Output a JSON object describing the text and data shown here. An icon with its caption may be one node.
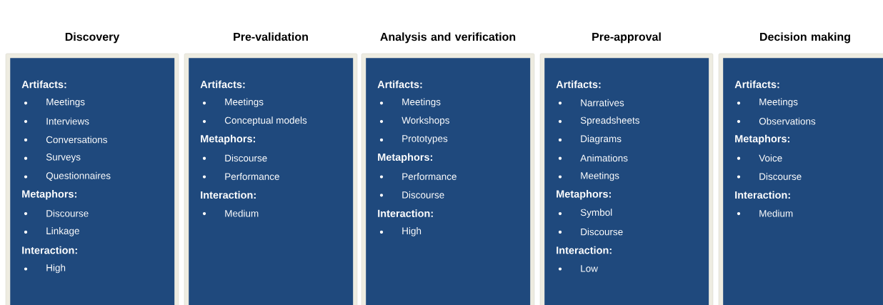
{
  "diagram": {
    "nodes": [
      {
        "text": [
          "Discovery"
        ]
      },
      {
        "text": [
          "Artifacts:",
          "Meetings",
          "Interviews",
          "Conversations",
          "Surveys",
          "Questionnaires",
          "Metaphors:",
          "Discourse",
          "Linkage",
          "Interaction:",
          "High"
        ],
        "in": 0
      },
      {
        "text": [
          "Pre-validation"
        ]
      },
      {
        "text": [
          "Artifacts:",
          "Meetings",
          "Conceptual models",
          "Metaphors:",
          "Discourse",
          "Performance",
          "Interaction:",
          "Medium"
        ],
        "in": 2
      },
      {
        "text": [
          "Analysis and verification"
        ]
      },
      {
        "text": [
          "Artifacts:",
          "Meetings",
          "Workshops",
          "Prototypes",
          "Metaphors:",
          "Performance",
          "Discourse",
          "Interaction:",
          "High"
        ],
        "in": 4
      },
      {
        "text": [
          "Pre-approval"
        ]
      },
      {
        "text": [
          "Artifacts:",
          "Narratives",
          "Spreadsheets",
          "Diagrams",
          "Animations",
          "Meetings",
          "Metaphors:",
          "Symbol",
          "Discourse",
          "Interaction:",
          "Low"
        ],
        "in": 6
      },
      {
        "text": [
          "Decision making"
        ]
      },
      {
        "text": [
          "Artifacts:",
          "Meetings",
          "Observations",
          "Metaphors:",
          "Voice",
          "Discourse",
          "Interaction:",
          "Medium"
        ],
        "in": 8
      }
    ]
  }
}
